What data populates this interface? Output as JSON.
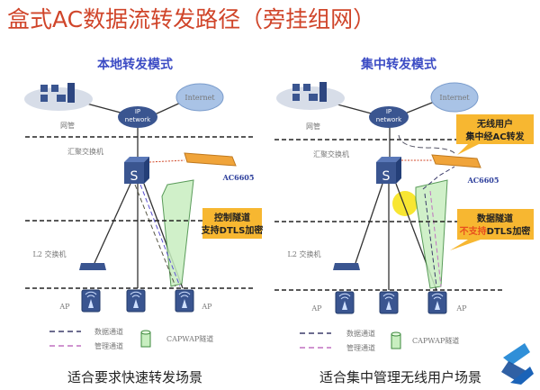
{
  "title": "盒式AC数据流转发路径（旁挂组网）",
  "colors": {
    "title": "#d0452a",
    "mode_heading": "#3b4bc4",
    "callout": "#f7b731",
    "tunnel": "#c8eec0",
    "device": "#3a5590",
    "warning_text": "#e8501e"
  },
  "left": {
    "heading": "本地转发模式",
    "ip_cloud": [
      "IP",
      "network"
    ],
    "internet": "Internet",
    "nms_label": "网管",
    "agg_switch_label": "汇聚交换机",
    "switch_glyph": "S",
    "ac_label": "AC6605",
    "callout": [
      "控制隧道",
      "支持DTLS加密"
    ],
    "l2_label": "L2 交换机",
    "ap_label": "AP",
    "legend": {
      "data": "数据通道",
      "mgmt": "管理通道",
      "capwap": "CAPWAP隧道"
    },
    "caption": "适合要求快速转发场景"
  },
  "right": {
    "heading": "集中转发模式",
    "ip_cloud": [
      "IP",
      "network"
    ],
    "internet": "Internet",
    "nms_label": "网管",
    "agg_switch_label": "汇聚交换机",
    "switch_glyph": "S",
    "ac_label": "AC6605",
    "callout_top": [
      "无线用户",
      "集中经AC转发"
    ],
    "callout_bottom_line1": "数据隧道",
    "callout_bottom_warn": "不支持",
    "callout_bottom_rest": "DTLS加密",
    "l2_label": "L2 交换机",
    "ap_label": "AP",
    "legend": {
      "data": "数据通道",
      "mgmt": "管理通道",
      "capwap": "CAPWAP隧道"
    },
    "caption": "适合集中管理无线用户场景"
  }
}
